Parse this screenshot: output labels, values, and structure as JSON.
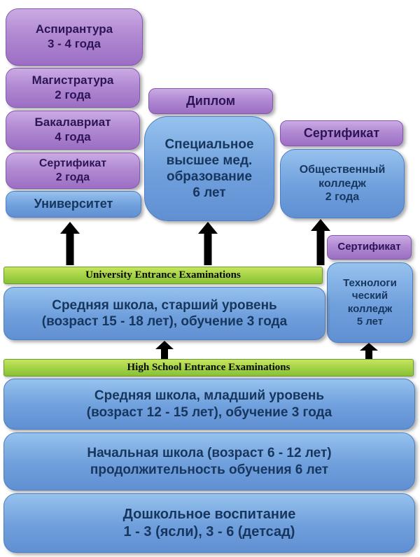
{
  "colors": {
    "purple_box": "#a77cca",
    "blue_box": "#6f9fdc",
    "green_bar": "#9ed044",
    "navy_text": "#17365d",
    "purple_text": "#2d1457",
    "arrow": "#000000"
  },
  "boxes": {
    "aspirantura": {
      "label": "Аспирантура\n3 - 4 года"
    },
    "magistratura": {
      "label": "Магистратура\n2 года"
    },
    "bakalavriat": {
      "label": "Бакалавриат\n4 года"
    },
    "sertifikat_univ": {
      "label": "Сертификат\n2 года"
    },
    "universitet": {
      "label": "Университет"
    },
    "diplom": {
      "label": "Диплом"
    },
    "med": {
      "label": "Специальное\nвысшее мед.\nобразование\n6 лет"
    },
    "sertifikat_college": {
      "label": "Сертификат"
    },
    "public_college": {
      "label": "Общественный\nколледж\n2 года"
    },
    "sertifikat_tech": {
      "label": "Сертификат"
    },
    "tech_college": {
      "label": "Технологи\nческий\nколледж\n5 лет"
    },
    "senior_school": {
      "label": "Средняя школа, старший уровень\n(возраст 15 - 18 лет), обучение 3 года"
    },
    "middle_school": {
      "label": "Средняя школа, младший уровень\n(возраст 12 - 15 лет), обучение 3 года"
    },
    "elementary_school": {
      "label": "Начальная школа (возраст 6 - 12 лет)\nпродолжительность обучения 6 лет"
    },
    "preschool": {
      "label": "Дошкольное воспитание\n1 - 3 (ясли), 3 - 6 (детсад)"
    }
  },
  "bars": {
    "university_exam": {
      "label": "University Entrance Examinations"
    },
    "high_school_exam": {
      "label": "High School Entrance Examinations"
    }
  },
  "icons": {
    "up_arrow": "↑"
  }
}
